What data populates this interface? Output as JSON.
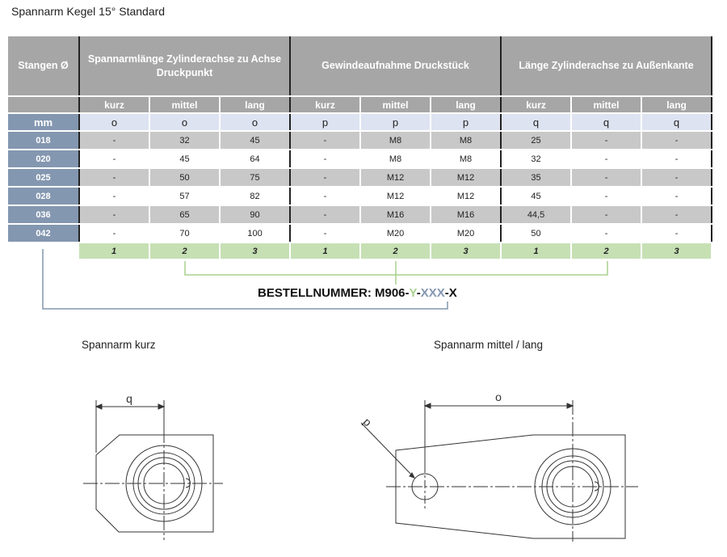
{
  "title": "Spannarm Kegel 15° Standard",
  "table": {
    "header": {
      "col0": "Stangen Ø",
      "g1": "Spannarmlänge Zylinderachse zu Achse Druckpunkt",
      "g2": "Gewindeaufnahme Druckstück",
      "g3": "Länge Zylinderachse zu Außenkante"
    },
    "sub": [
      "kurz",
      "mittel",
      "lang",
      "kurz",
      "mittel",
      "lang",
      "kurz",
      "mittel",
      "lang"
    ],
    "symbols": [
      "mm",
      "o",
      "o",
      "o",
      "p",
      "p",
      "p",
      "q",
      "q",
      "q"
    ],
    "rows": [
      [
        "018",
        "-",
        "32",
        "45",
        "-",
        "M8",
        "M8",
        "25",
        "-",
        "-"
      ],
      [
        "020",
        "-",
        "45",
        "64",
        "-",
        "M8",
        "M8",
        "32",
        "-",
        "-"
      ],
      [
        "025",
        "-",
        "50",
        "75",
        "-",
        "M12",
        "M12",
        "35",
        "-",
        "-"
      ],
      [
        "028",
        "-",
        "57",
        "82",
        "-",
        "M12",
        "M12",
        "45",
        "-",
        "-"
      ],
      [
        "036",
        "-",
        "65",
        "90",
        "-",
        "M16",
        "M16",
        "44,5",
        "-",
        "-"
      ],
      [
        "042",
        "-",
        "70",
        "100",
        "-",
        "M20",
        "M20",
        "50",
        "-",
        "-"
      ]
    ],
    "footer": [
      "1",
      "2",
      "3",
      "1",
      "2",
      "3",
      "1",
      "2",
      "3"
    ]
  },
  "order": {
    "prefix": "BESTELLNUMMER: M906-",
    "y": "Y",
    "sep1": "-",
    "xxx": "XXX",
    "suffix": "-X"
  },
  "captions": {
    "short": "Spannarm kurz",
    "long": "Spannarm mittel / lang"
  },
  "dims": {
    "q": "q",
    "o": "o",
    "p": "p"
  },
  "colors": {
    "header_gray": "#a6a6a6",
    "first_col_blue": "#8497b0",
    "symbol_row": "#dde3f1",
    "footer_green": "#c6e0b4",
    "y_green": "#a9d08e"
  }
}
